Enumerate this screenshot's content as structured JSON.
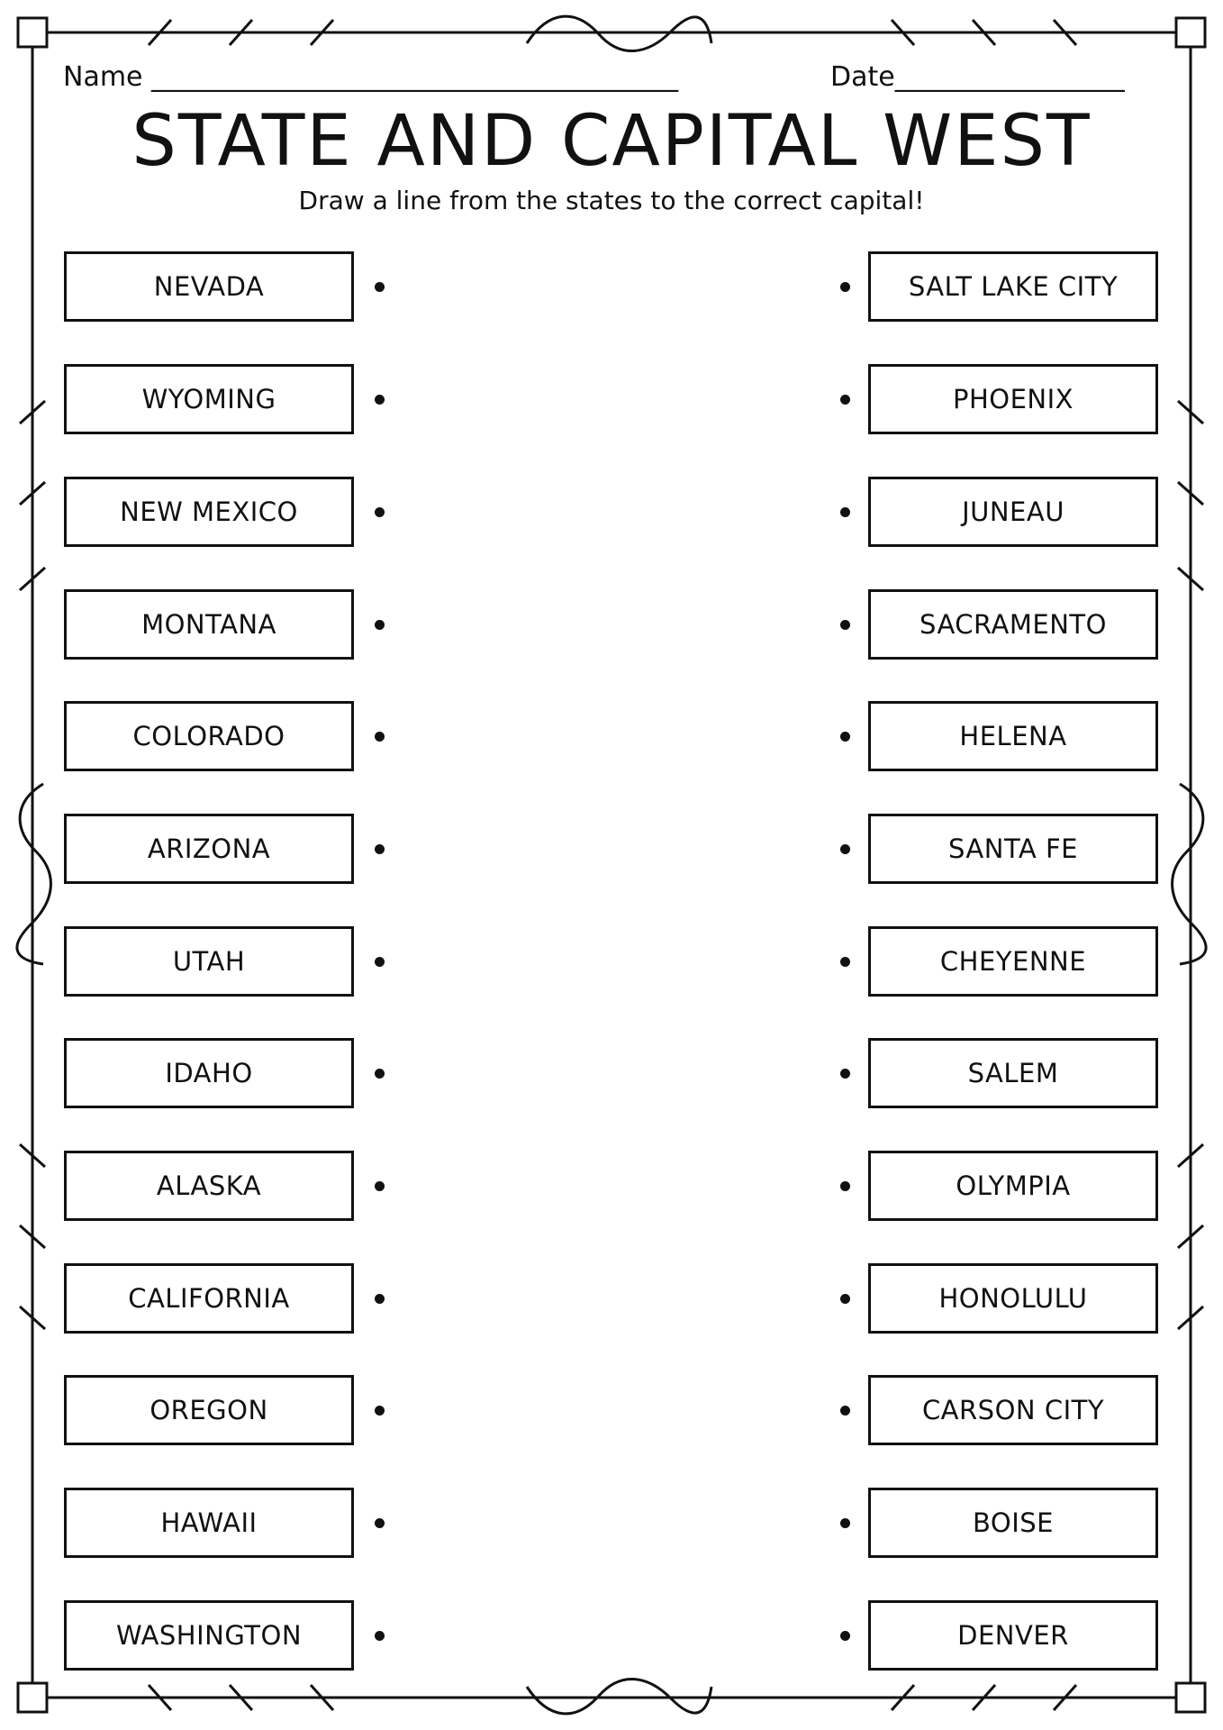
{
  "header": {
    "name_line": "Name _______________________________________",
    "date_line": "Date_________________"
  },
  "title": "STATE AND CAPITAL WEST",
  "instruction": "Draw a line from the states to the correct capital!",
  "states": [
    "NEVADA",
    "WYOMING",
    "NEW MEXICO",
    "MONTANA",
    "COLORADO",
    "ARIZONA",
    "UTAH",
    "IDAHO",
    "ALASKA",
    "CALIFORNIA",
    "OREGON",
    "HAWAII",
    "WASHINGTON"
  ],
  "capitals": [
    "SALT LAKE CITY",
    "PHOENIX",
    "JUNEAU",
    "SACRAMENTO",
    "HELENA",
    "SANTA FE",
    "CHEYENNE",
    "SALEM",
    "OLYMPIA",
    "HONOLULU",
    "CARSON CITY",
    "BOISE",
    "DENVER"
  ],
  "colors": {
    "ink": "#111111",
    "paper": "#ffffff"
  }
}
